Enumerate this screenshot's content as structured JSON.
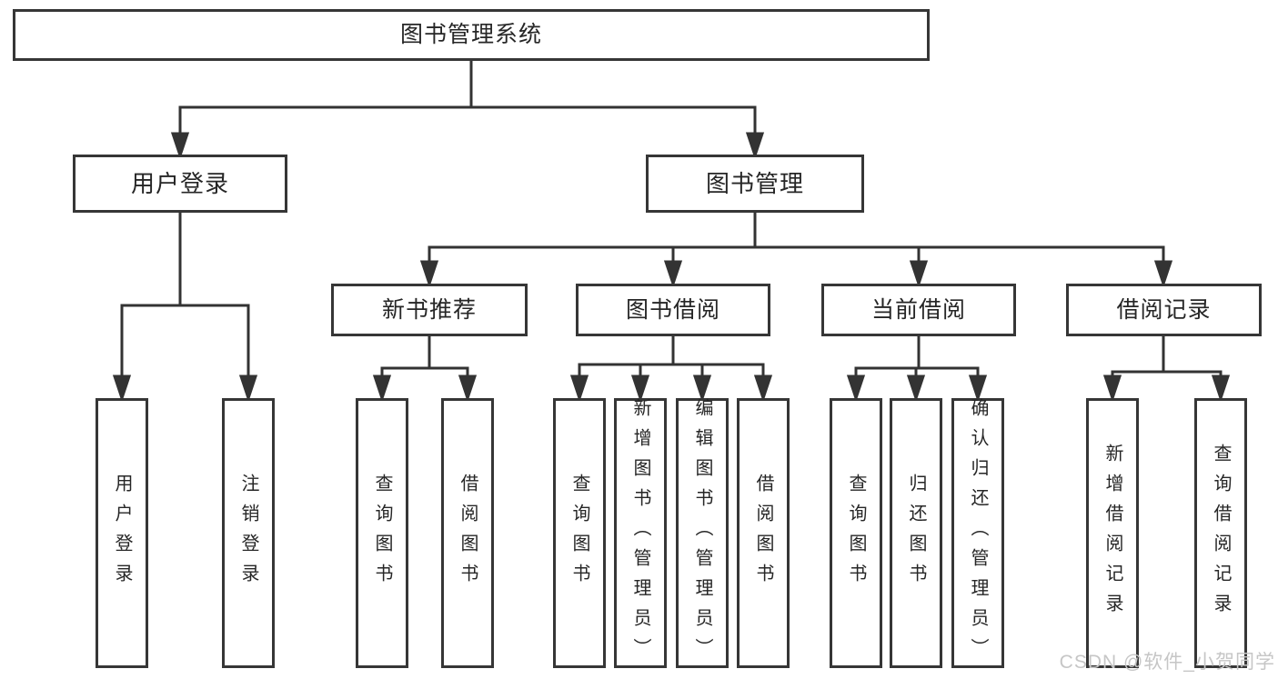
{
  "colors": {
    "line": "#333333",
    "box_border": "#363636",
    "text": "#262626",
    "watermark_text": "#c6c6c6",
    "background": "#ffffff"
  },
  "nodes": {
    "root": "图书管理系统",
    "user_login": "用户登录",
    "book_mgmt": "图书管理",
    "new_book_rec": "新书推荐",
    "book_borrow": "图书借阅",
    "current_borrow": "当前借阅",
    "borrow_record": "借阅记录",
    "leaf_user_login": "用户登录",
    "leaf_logout": "注销登录",
    "leaf_nb_query": "查询图书",
    "leaf_nb_borrow": "借阅图书",
    "leaf_bw_query": "查询图书",
    "leaf_bw_add": "新增图书（管理员）",
    "leaf_bw_edit": "编辑图书（管理员）",
    "leaf_bw_borrow": "借阅图书",
    "leaf_cur_query": "查询图书",
    "leaf_cur_return": "归还图书",
    "leaf_cur_confirm": "确认归还（管理员）",
    "leaf_rec_add": "新增借阅记录",
    "leaf_rec_query": "查询借阅记录"
  },
  "hierarchy": {
    "root": "图书管理系统",
    "children": [
      {
        "label": "用户登录",
        "children": [
          "用户登录",
          "注销登录"
        ]
      },
      {
        "label": "图书管理",
        "children": [
          {
            "label": "新书推荐",
            "children": [
              "查询图书",
              "借阅图书"
            ]
          },
          {
            "label": "图书借阅",
            "children": [
              "查询图书",
              "新增图书（管理员）",
              "编辑图书（管理员）",
              "借阅图书"
            ]
          },
          {
            "label": "当前借阅",
            "children": [
              "查询图书",
              "归还图书",
              "确认归还（管理员）"
            ]
          },
          {
            "label": "借阅记录",
            "children": [
              "新增借阅记录",
              "查询借阅记录"
            ]
          }
        ]
      }
    ]
  },
  "watermark": "CSDN @软件_小贺同学"
}
